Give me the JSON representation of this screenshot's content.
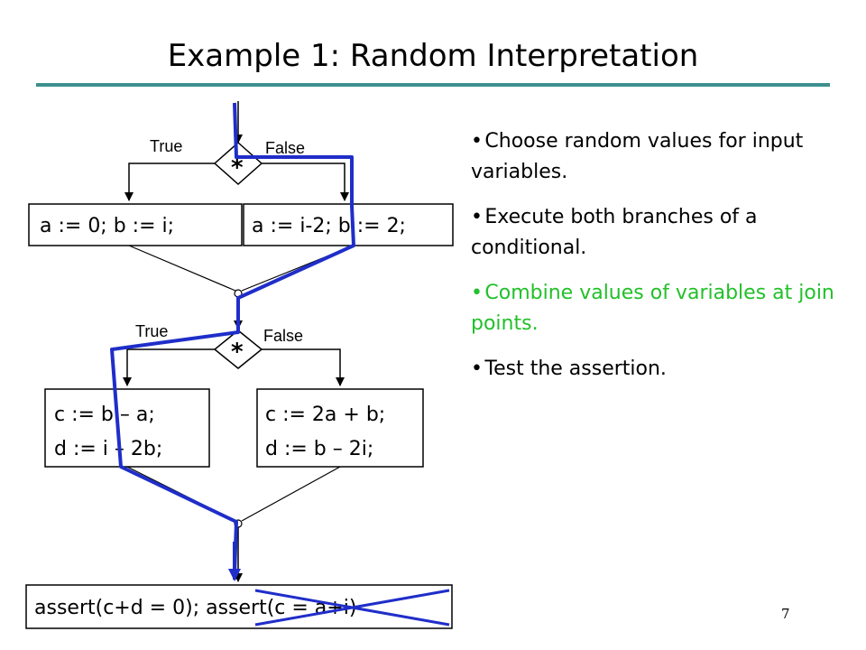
{
  "slide": {
    "title": "Example 1: Random Interpretation",
    "page_number": "7"
  },
  "colors": {
    "title_rule": "#3d8f8f",
    "path": "#1f2ec9",
    "highlight": "#22c02a",
    "text": "#000000"
  },
  "diagram": {
    "branch1": {
      "true_label": "True",
      "false_label": "False",
      "symbol": "*"
    },
    "branch2": {
      "true_label": "True",
      "false_label": "False",
      "symbol": "*"
    },
    "box_left1": "a := 0; b := i;",
    "box_right1": "a := i-2; b := 2;",
    "box_left2_line1": "c := b – a;",
    "box_left2_line2": "d := i – 2b;",
    "box_right2_line1": "c := 2a + b;",
    "box_right2_line2": "d := b – 2i;",
    "assert_box": "assert(c+d = 0); assert(c = a+i)"
  },
  "bullets": [
    {
      "text": "Choose random values for input variables.",
      "highlight": false
    },
    {
      "text": "Execute both branches of a conditional.",
      "highlight": false
    },
    {
      "text": "Combine values of variables at join points.",
      "highlight": true
    },
    {
      "text": "Test the assertion.",
      "highlight": false
    }
  ]
}
